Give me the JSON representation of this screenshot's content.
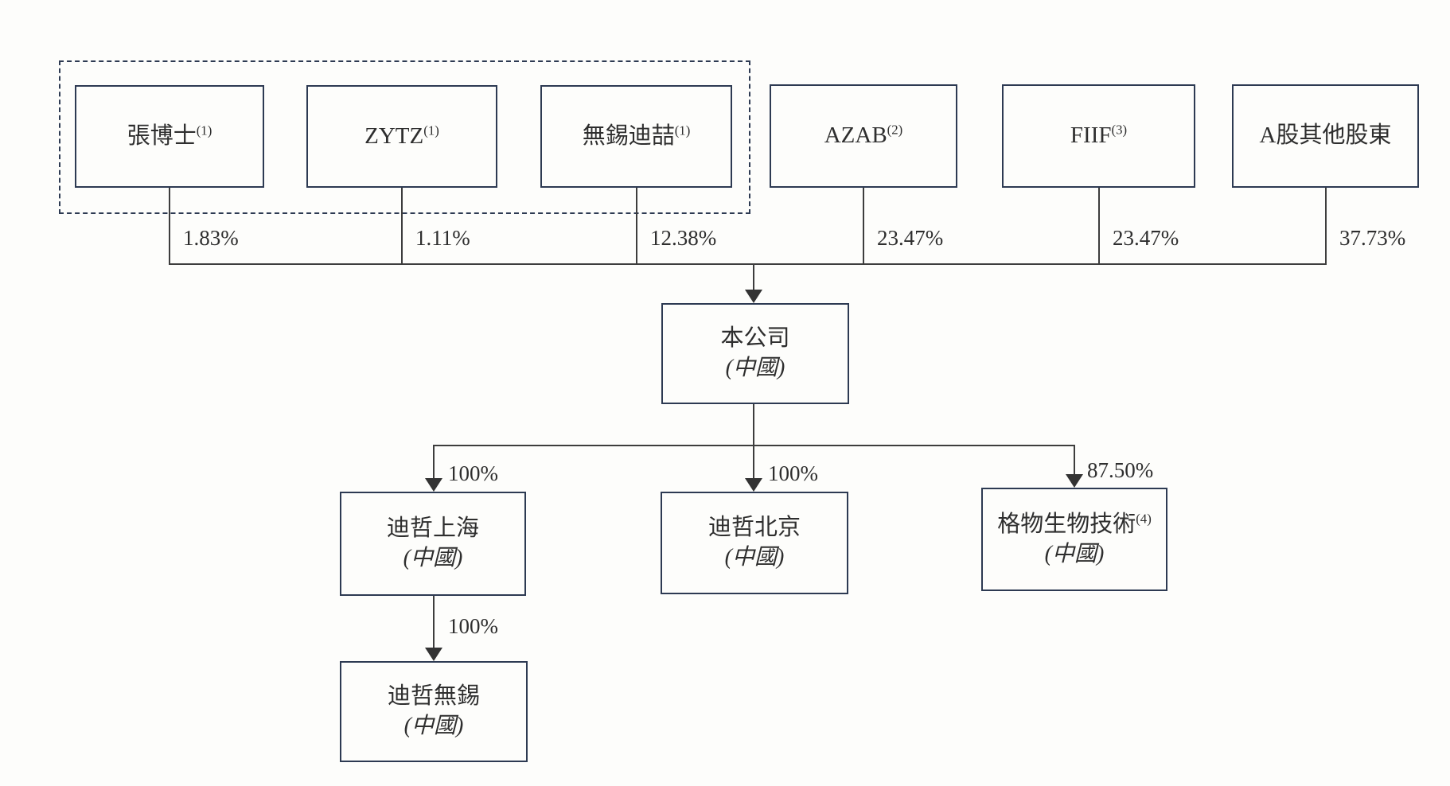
{
  "diagram": {
    "title": "shareholding-structure",
    "shareholders": [
      {
        "name": "張博士",
        "note": "(1)",
        "pct": "1.83%"
      },
      {
        "name": "ZYTZ",
        "note": "(1)",
        "pct": "1.11%"
      },
      {
        "name": "無錫迪喆",
        "note": "(1)",
        "pct": "12.38%"
      },
      {
        "name": "AZAB",
        "note": "(2)",
        "pct": "23.47%"
      },
      {
        "name": "FIIF",
        "note": "(3)",
        "pct": "23.47%"
      },
      {
        "name": "A股其他股東",
        "note": "",
        "pct": "37.73%"
      }
    ],
    "company": {
      "name": "本公司",
      "country": "(中國)"
    },
    "subsidiaries": [
      {
        "name": "迪哲上海",
        "note": "",
        "country": "(中國)",
        "pct": "100%"
      },
      {
        "name": "迪哲北京",
        "note": "",
        "country": "(中國)",
        "pct": "100%"
      },
      {
        "name": "格物生物技術",
        "note": "(4)",
        "country": "(中國)",
        "pct": "87.50%"
      }
    ],
    "grandchild": {
      "name": "迪哲無錫",
      "country": "(中國)",
      "pct": "100%"
    },
    "colors": {
      "box_border": "#2d3a52",
      "dashed_border": "#2d3a52",
      "line": "#3d3d3d",
      "text": "#2e2e2e",
      "background": "#fdfdfb"
    }
  }
}
